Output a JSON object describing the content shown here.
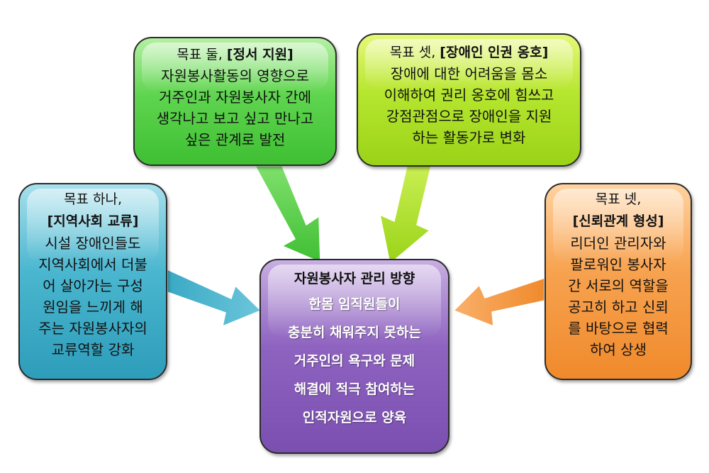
{
  "goal_two": {
    "title_prefix": "목표 둘, ",
    "title_bold": "[정서 지원]",
    "lines": [
      "자원봉사활동의 영향으로",
      "거주인과 자원봉사자 간에",
      "생각나고 보고 싶고 만나고",
      "싶은 관계로 발전"
    ]
  },
  "goal_three": {
    "title_prefix": "목표 셋, ",
    "title_bold": "[장애인 인권 옹호]",
    "lines": [
      "장애에 대한 어려움을 몸소",
      "이해하여 권리 옹호에 힘쓰고",
      "강점관점으로 장애인을 지원",
      "하는 활동가로 변화"
    ]
  },
  "goal_one": {
    "title_prefix": "목표 하나,",
    "title_bold": "[지역사회 교류]",
    "lines": [
      "시설 장애인들도",
      "지역사회에서 더불",
      "어 살아가는 구성",
      "원임을 느끼게 해",
      "주는 자원봉사자의",
      "교류역할 강화"
    ]
  },
  "goal_four": {
    "title_prefix": "목표 넷,",
    "title_bold": "[신뢰관계 형성]",
    "lines": [
      "리더인 관리자와",
      "팔로워인 봉사자",
      "간 서로의 역할을",
      "공고히 하고 신뢰",
      "를 바탕으로 협력",
      "하여 상생"
    ]
  },
  "center": {
    "title": "자원봉사자 관리 방향",
    "lines": [
      "한몸 임직원들이",
      "충분히 채워주지 못하는",
      "거주인의 욕구와 문제",
      "해결에 적극 참여하는",
      "인적자원으로 양육"
    ]
  },
  "colors": {
    "goal_two": "#5fd54f",
    "goal_three": "#b6e62f",
    "goal_one": "#4ab6cf",
    "goal_four": "#f7a24f",
    "center": "#8e63c0"
  }
}
